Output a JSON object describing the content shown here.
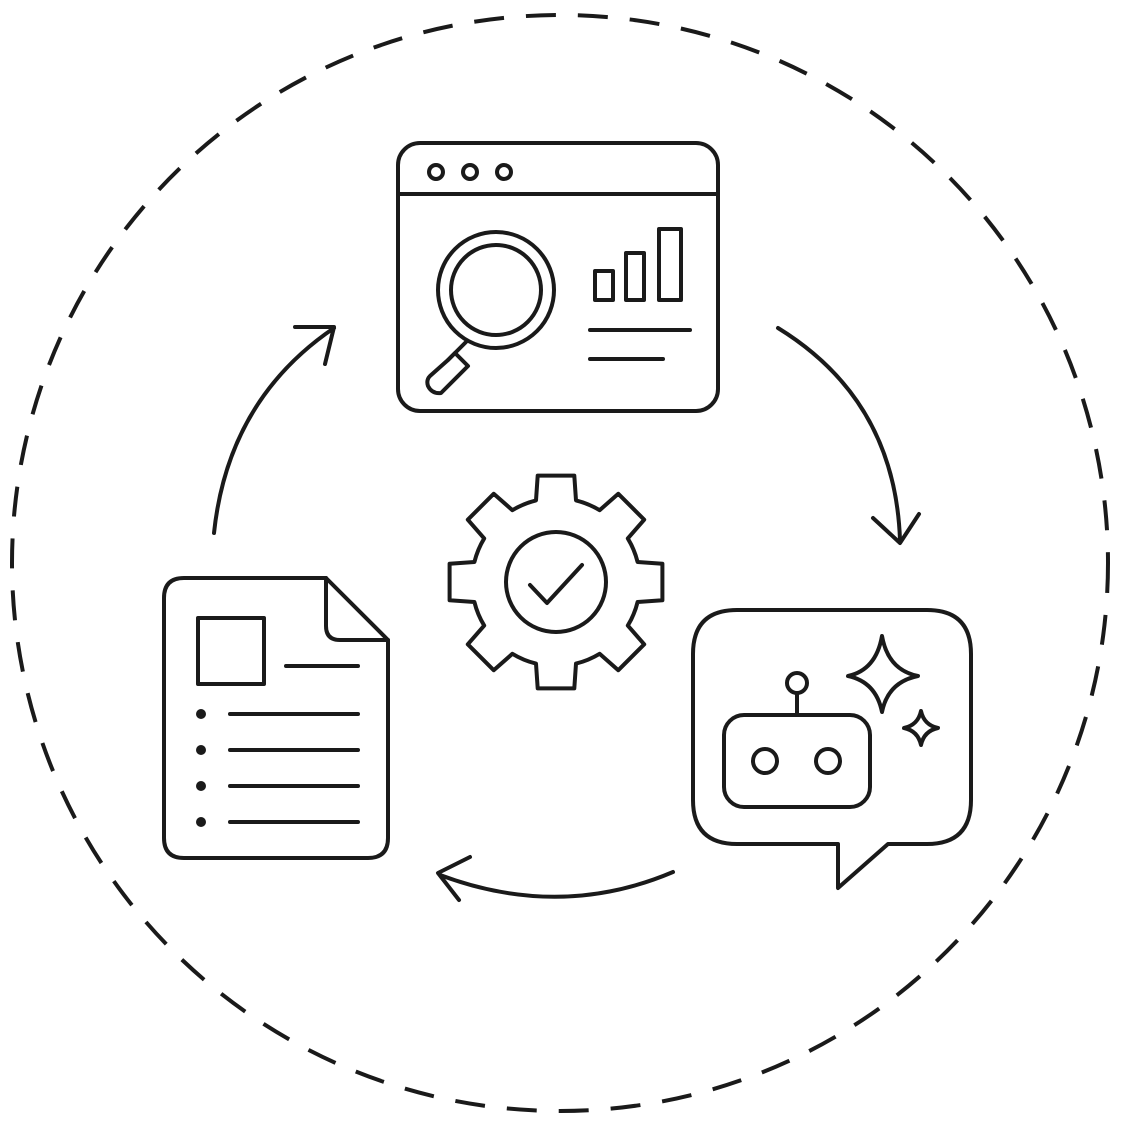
{
  "diagram": {
    "style": "monochrome line art",
    "stroke_color": "#1a1a1a",
    "background": "#ffffff",
    "outer_boundary": "dashed-circle",
    "flow_direction": "clockwise",
    "center_icon": "gear-check-icon",
    "nodes": [
      {
        "position": "top",
        "icon": "browser-analytics-icon"
      },
      {
        "position": "bottom-right",
        "icon": "robot-chat-bubble-icon"
      },
      {
        "position": "bottom-left",
        "icon": "document-list-icon"
      }
    ],
    "arrows": [
      {
        "from": "browser-analytics-icon",
        "to": "robot-chat-bubble-icon"
      },
      {
        "from": "robot-chat-bubble-icon",
        "to": "document-list-icon"
      },
      {
        "from": "document-list-icon",
        "to": "browser-analytics-icon"
      }
    ]
  }
}
